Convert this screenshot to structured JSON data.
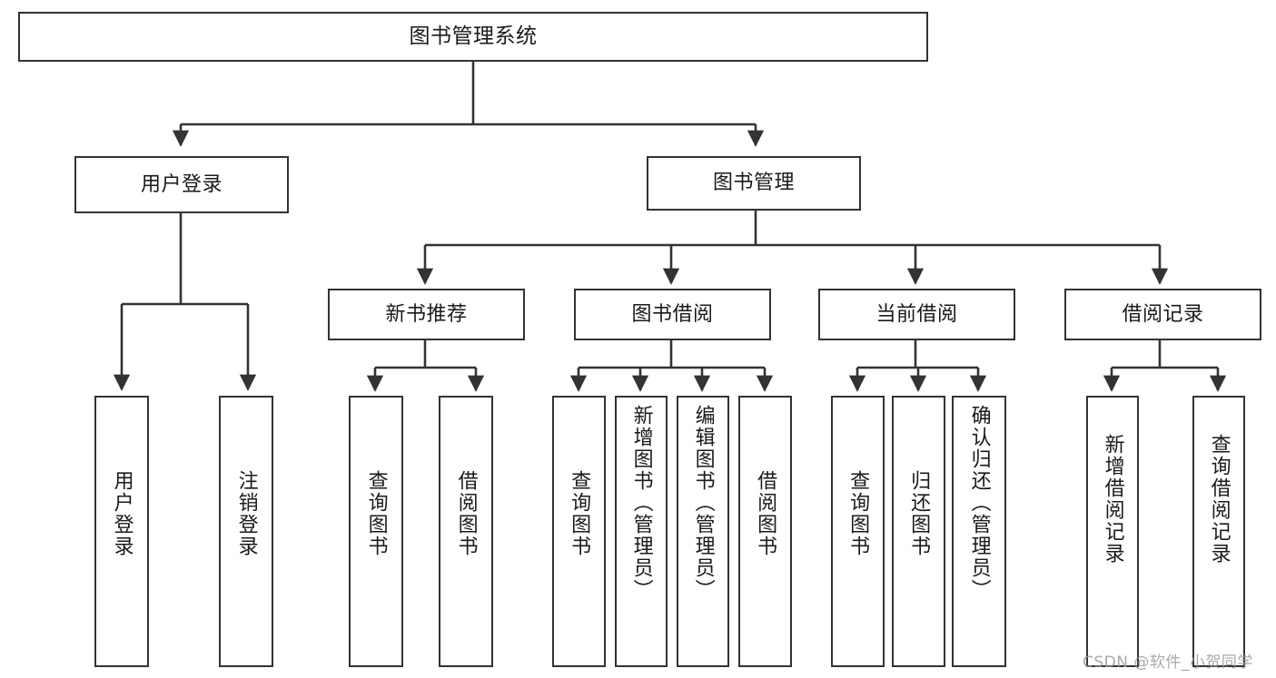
{
  "diagram": {
    "title": "图书管理系统",
    "type": "tree-hierarchy-chart",
    "orientation": "top-down",
    "colors": {
      "background": "#ffffff",
      "node_border": "#333333",
      "node_fill": "#ffffff",
      "connector": "#333333",
      "text": "#1a1a1a",
      "watermark": "#9a9a9a"
    }
  },
  "watermark": {
    "text": "CSDN @软件_小贺同学"
  },
  "nodes": {
    "root": {
      "label": "图书管理系统",
      "level": 0
    },
    "level1": [
      {
        "id": "user-login",
        "label": "用户登录"
      },
      {
        "id": "book-manage",
        "label": "图书管理"
      }
    ],
    "level2": [
      {
        "id": "new-book-recommend",
        "label": "新书推荐",
        "parent": "book-manage"
      },
      {
        "id": "book-borrow",
        "label": "图书借阅",
        "parent": "book-manage"
      },
      {
        "id": "current-borrow",
        "label": "当前借阅",
        "parent": "book-manage"
      },
      {
        "id": "borrow-record",
        "label": "借阅记录",
        "parent": "book-manage"
      }
    ],
    "leaves": {
      "user_login": [
        {
          "id": "leaf-user-login",
          "label": "用户登录"
        },
        {
          "id": "leaf-logout-login",
          "label": "注销登录"
        }
      ],
      "new_book_recommend": [
        {
          "id": "leaf-query-book-1",
          "label": "查询图书"
        },
        {
          "id": "leaf-borrow-book-1",
          "label": "借阅图书"
        }
      ],
      "book_borrow": [
        {
          "id": "leaf-query-book-2",
          "label": "查询图书"
        },
        {
          "id": "leaf-add-book",
          "label": "新增图书（管理员）"
        },
        {
          "id": "leaf-edit-book",
          "label": "编辑图书（管理员）"
        },
        {
          "id": "leaf-borrow-book-2",
          "label": "借阅图书"
        }
      ],
      "current_borrow": [
        {
          "id": "leaf-query-book-3",
          "label": "查询图书"
        },
        {
          "id": "leaf-return-book",
          "label": "归还图书"
        },
        {
          "id": "leaf-confirm-return",
          "label": "确认归还（管理员）"
        }
      ],
      "borrow_record": [
        {
          "id": "leaf-add-record",
          "label": "新增借阅记录"
        },
        {
          "id": "leaf-query-record",
          "label": "查询借阅记录"
        }
      ]
    }
  }
}
